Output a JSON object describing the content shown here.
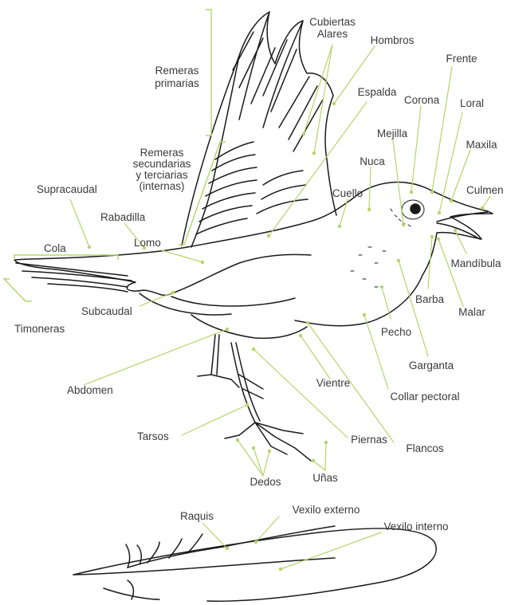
{
  "colors": {
    "leader": "#b5d56a",
    "outline": "#1a1a1a",
    "label_text": "#3a3a3a"
  },
  "labels": {
    "cubiertas_alares": "Cubiertas\nAlares",
    "hombros": "Hombros",
    "remeras_primarias": "Remeras\nprimarias",
    "frente": "Frente",
    "espalda": "Espalda",
    "corona": "Corona",
    "loral": "Loral",
    "mejilla": "Mejilla",
    "maxila": "Maxila",
    "remeras_secundarias": "Remeras\nsecundarias\ny terciarias\n(internas)",
    "nuca": "Nuca",
    "culmen": "Culmen",
    "cuello": "Cuello",
    "supracaudal": "Supracaudal",
    "rabadilla": "Rabadilla",
    "lomo": "Lomo",
    "cola": "Cola",
    "mandibula": "Mandíbula",
    "barba": "Barba",
    "subcaudal": "Subcaudal",
    "timoneras": "Timoneras",
    "malar": "Malar",
    "pecho": "Pecho",
    "garganta": "Garganta",
    "vientre": "Vientre",
    "abdomen": "Abdomen",
    "collar_pectoral": "Collar pectoral",
    "tarsos": "Tarsos",
    "piernas": "Piernas",
    "flancos": "Flancos",
    "dedos": "Dedos",
    "unas": "Uñas",
    "raquis": "Raquis",
    "vexilo_externo": "Vexilo externo",
    "vexilo_interno": "Vexilo interno"
  }
}
